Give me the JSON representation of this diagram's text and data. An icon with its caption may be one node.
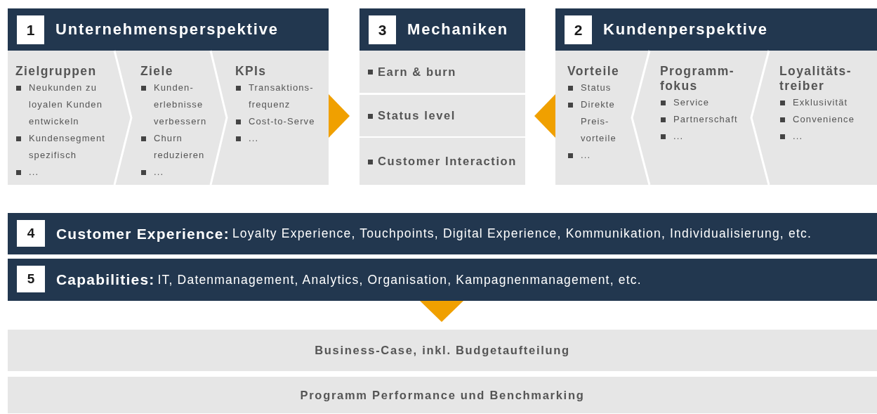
{
  "diagram": {
    "nodes": [
      {
        "text": [
          "1",
          "Unternehmensperspektive"
        ]
      },
      {
        "text": [
          "Zielgruppen",
          "Neukunden zu loyalen Kunden entwickeln",
          "Kundensegment spezifisch",
          "..."
        ],
        "in": 0
      },
      {
        "text": [
          "Ziele",
          "Kunden- erlebnisse verbessern",
          "Churn reduzieren",
          "..."
        ],
        "in": 0
      },
      {
        "text": [
          "KPIs",
          "Transaktions- frequenz",
          "Cost-to-Serve",
          "..."
        ],
        "in": 0
      },
      {
        "text": [
          "3",
          "Mechaniken"
        ]
      },
      {
        "text": [
          "Earn & burn"
        ],
        "in": 4
      },
      {
        "text": [
          "Status level"
        ],
        "in": 4
      },
      {
        "text": [
          "Customer Interaction"
        ],
        "in": 4
      },
      {
        "text": [
          "2",
          "Kundenperspektive"
        ]
      },
      {
        "text": [
          "Vorteile",
          "Status",
          "Direkte Preis- vorteile",
          "..."
        ],
        "in": 8
      },
      {
        "text": [
          "Programm- fokus",
          "Service",
          "Partnerschaft",
          "..."
        ],
        "in": 8
      },
      {
        "text": [
          "Loyalitäts- treiber",
          "Exklusivität",
          "Convenience",
          "..."
        ],
        "in": 8
      },
      {
        "text": [
          "4",
          "**Customer Experience:** Loyalty Experience, Touchpoints, Digital Experience, Kommunikation, Individualisierung, etc."
        ]
      },
      {
        "text": [
          "5",
          "**Capabilities:** IT, Datenmanagement, Analytics, Organisation, Kampagnenmanagement, etc."
        ]
      },
      {
        "text": [
          "Business-Case, inkl. Budgetaufteilung"
        ]
      },
      {
        "text": [
          "Programm Performance und Benchmarking"
        ]
      }
    ],
    "edges": [
      {
        "from": 0,
        "to": 4,
        "arrow": "to"
      },
      {
        "from": 8,
        "to": 4,
        "arrow": "to"
      },
      {
        "from": 13,
        "to": 14,
        "arrow": "to"
      }
    ]
  }
}
